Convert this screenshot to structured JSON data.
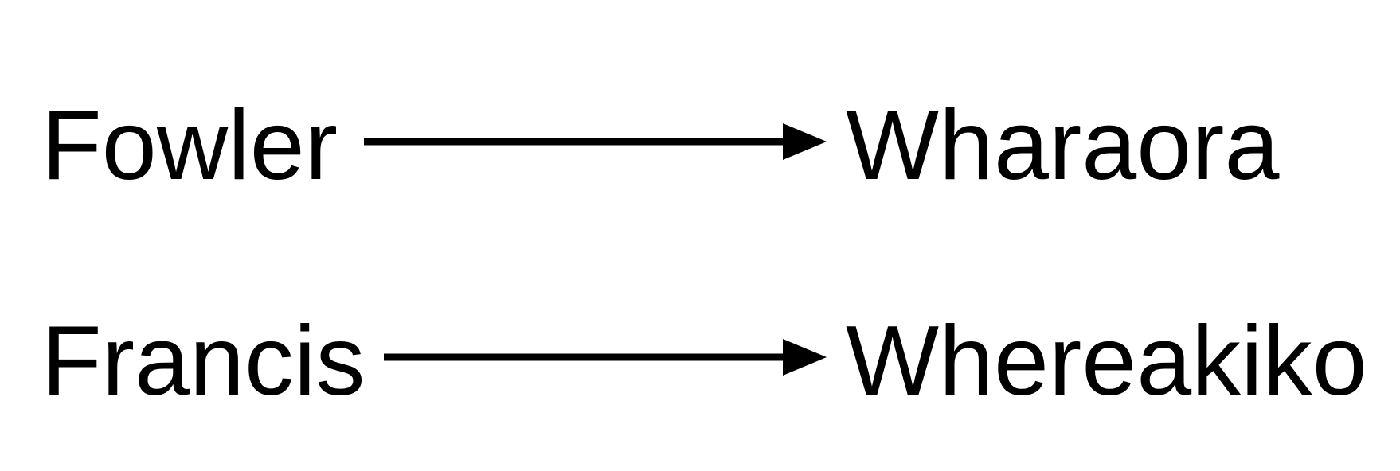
{
  "diagram": {
    "background_color": "#ffffff",
    "text_color": "#000000",
    "arrow_color": "#000000",
    "rows": [
      {
        "from": "Fowler",
        "to": "Wharaora"
      },
      {
        "from": "Francis",
        "to": "Whereakiko"
      }
    ]
  }
}
